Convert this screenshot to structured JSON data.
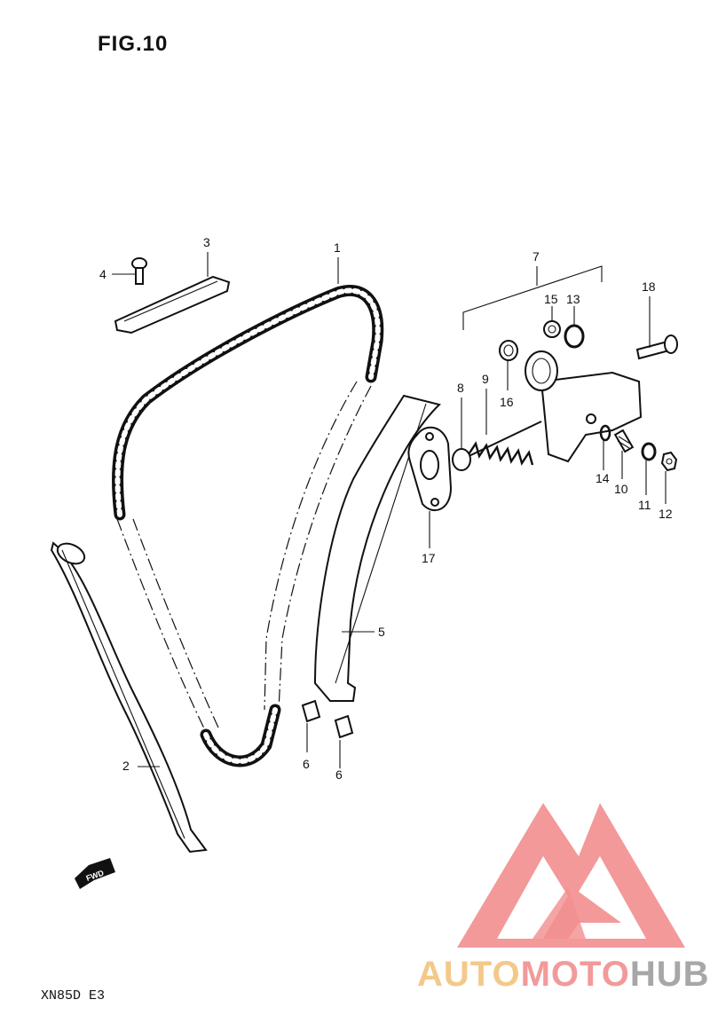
{
  "figure": {
    "title": "FIG.10",
    "model": "XN85D  E3"
  },
  "callouts": {
    "p1": "1",
    "p2": "2",
    "p3": "3",
    "p4": "4",
    "p5": "5",
    "p6a": "6",
    "p6b": "6",
    "p7": "7",
    "p8": "8",
    "p9": "9",
    "p10": "10",
    "p11": "11",
    "p12": "12",
    "p13": "13",
    "p14": "14",
    "p15": "15",
    "p16": "16",
    "p17": "17",
    "p18": "18"
  },
  "fwd_label": "FWD",
  "watermark": {
    "part1": "AUTO",
    "part2": "MOTO",
    "part3": "HUB"
  },
  "colors": {
    "ink": "#111111",
    "wm_red": "#f07a7a",
    "wm_orange": "#f3c98a",
    "wm_gray": "#a7a7a7"
  }
}
